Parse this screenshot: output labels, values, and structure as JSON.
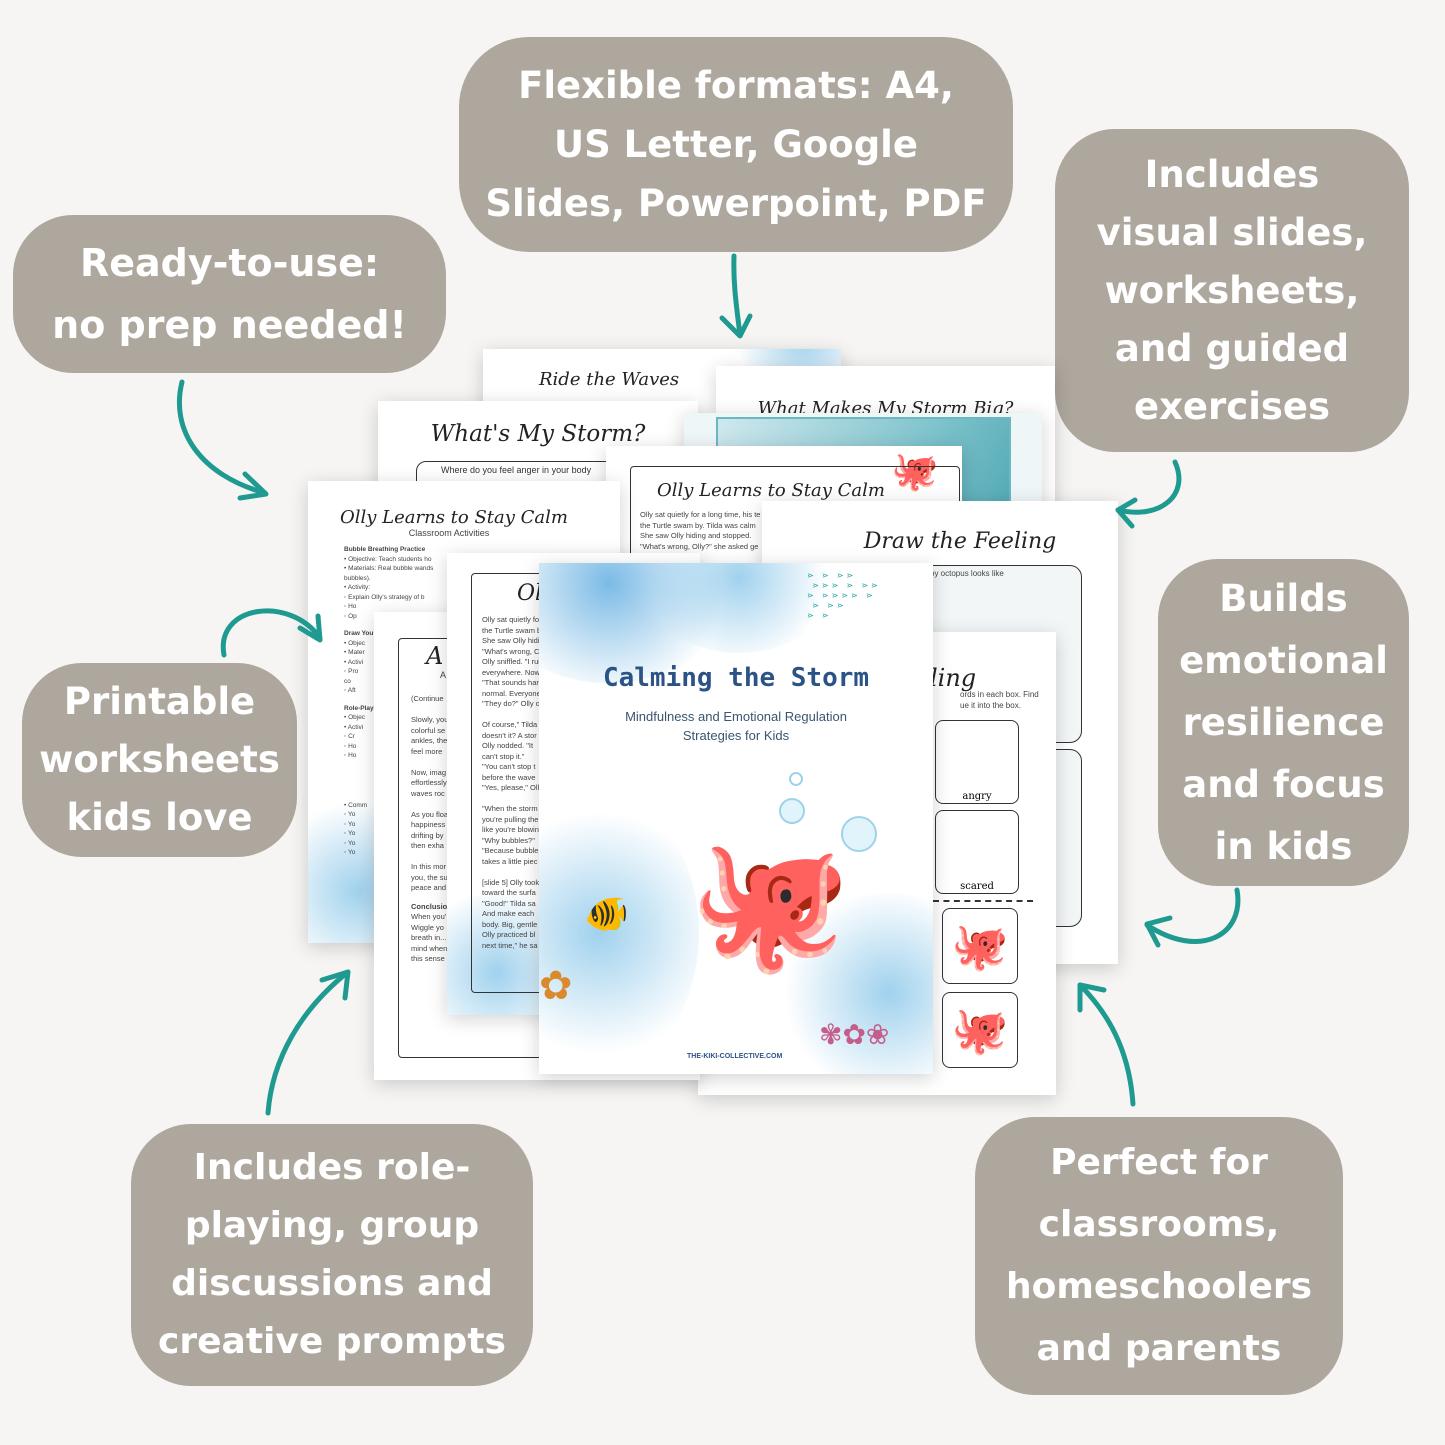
{
  "callouts": {
    "formats": [
      "Flexible formats: A4,",
      "US Letter, Google",
      "Slides, Powerpoint, PDF"
    ],
    "ready": [
      "Ready-to-use:",
      "no prep needed!"
    ],
    "includes_visual": [
      "Includes",
      "visual slides,",
      "worksheets,",
      "and guided",
      "exercises"
    ],
    "printable": [
      "Printable",
      "worksheets",
      "kids love"
    ],
    "builds": [
      "Builds",
      "emotional",
      "resilience",
      "and focus",
      "in kids"
    ],
    "roleplay": [
      "Includes role-",
      "playing, group",
      "discussions and",
      "creative prompts"
    ],
    "perfect": [
      "Perfect for",
      "classrooms,",
      "homeschoolers",
      "and parents"
    ]
  },
  "pages": {
    "ride": {
      "title": "Ride the Waves"
    },
    "big": {
      "title": "What Makes My Storm Big?"
    },
    "mystorm": {
      "title": "What's My Storm?",
      "prompt": "Where do you feel anger in your body"
    },
    "slide": {
      "title": "Olly Learns to Stay Calm",
      "lines": [
        "Olly sat quietly for a long time, his te",
        "the Turtle swam by. Tilda was calm",
        "She saw Olly hiding and stopped.",
        "\"What's wrong, Olly?\" she asked ge"
      ]
    },
    "classroom": {
      "title": "Olly Learns to Stay Calm",
      "subtitle": "Classroom Activities",
      "h1": "Bubble Breathing Practice",
      "lines": [
        "• Objective: Teach students ho",
        "• Materials: Real bubble wands",
        "  bubbles).",
        "• Activity:",
        "   ◦ Explain Olly's strategy of b",
        "   ◦ Ho",
        "   ◦ Op"
      ],
      "h2": "Draw You",
      "lines2": [
        "• Objec",
        "• Mater",
        "• Activi",
        "   ◦ Pro",
        "     co",
        "   ◦ Aft"
      ],
      "h3": "Role-Play",
      "lines3": [
        "• Objec",
        "• Activi",
        "   ◦ Cr",
        "   ◦ Ho",
        "   ◦ Ho",
        "• Comm",
        "   ◦ Yo",
        "   ◦ Yo",
        "   ◦ Yo",
        "   ◦ Yo",
        "   ◦ Yo"
      ]
    },
    "draw": {
      "title": "Draw the Feeling",
      "prompt": "py octopus looks like"
    },
    "feeling": {
      "title": "ling",
      "instructions": [
        "ords in each box. Find",
        "ue it into the box."
      ],
      "labels": [
        "angry",
        "scared"
      ]
    },
    "script": {
      "title": "A",
      "sub": "A",
      "lines": [
        "(Continue",
        "",
        "Slowly, you",
        "colorful se",
        "ankles, the",
        "feel more",
        "",
        "Now, imag",
        "effortlessly",
        "waves roc",
        "",
        "As you floa",
        "happiness",
        "drifting by",
        "then exha",
        "",
        "In this mor",
        "you, the su",
        "peace and"
      ],
      "conclusion": "Conclusion",
      "lines2": [
        "When you'",
        "Wiggle yo",
        "breath in...",
        "mind when",
        "this sense"
      ]
    },
    "story": {
      "title": "Ol",
      "lines": [
        "Olly sat quietly fo",
        "the Turtle swam b",
        "She saw Olly hidi",
        "\"What's wrong, C",
        "Olly sniffled. \"I rui",
        "everywhere. Now",
        "\"That sounds har",
        "normal. Everyone",
        "\"They do?\" Olly c",
        "",
        "Of course,\" Tilda",
        "doesn't it? A stor",
        "Olly nodded. \"It",
        "can't stop it.\"",
        "\"You can't stop t",
        "before the wave",
        "\"Yes, please,\" Oll",
        "",
        "\"When the storm",
        "you're pulling the",
        "like you're blowin",
        "\"Why bubbles?\"",
        "\"Because bubble",
        "takes a little piec",
        "",
        "[slide 5] Olly took",
        "toward the surfa",
        "\"Good!\" Tilda sa",
        "And make each",
        "body. Big, gentle",
        "Olly practiced bl",
        "next time,\" he sa"
      ]
    },
    "cover": {
      "title": "Calming the Storm",
      "subtitle": [
        "Mindfulness and Emotional Regulation",
        "Strategies for Kids"
      ],
      "website": "THE-KIKI-COLLECTIVE.COM"
    }
  },
  "colors": {
    "bubble": "#aea79e",
    "arrow": "#1f9a90",
    "cover_title": "#2c5385",
    "background": "#f6f5f3"
  }
}
